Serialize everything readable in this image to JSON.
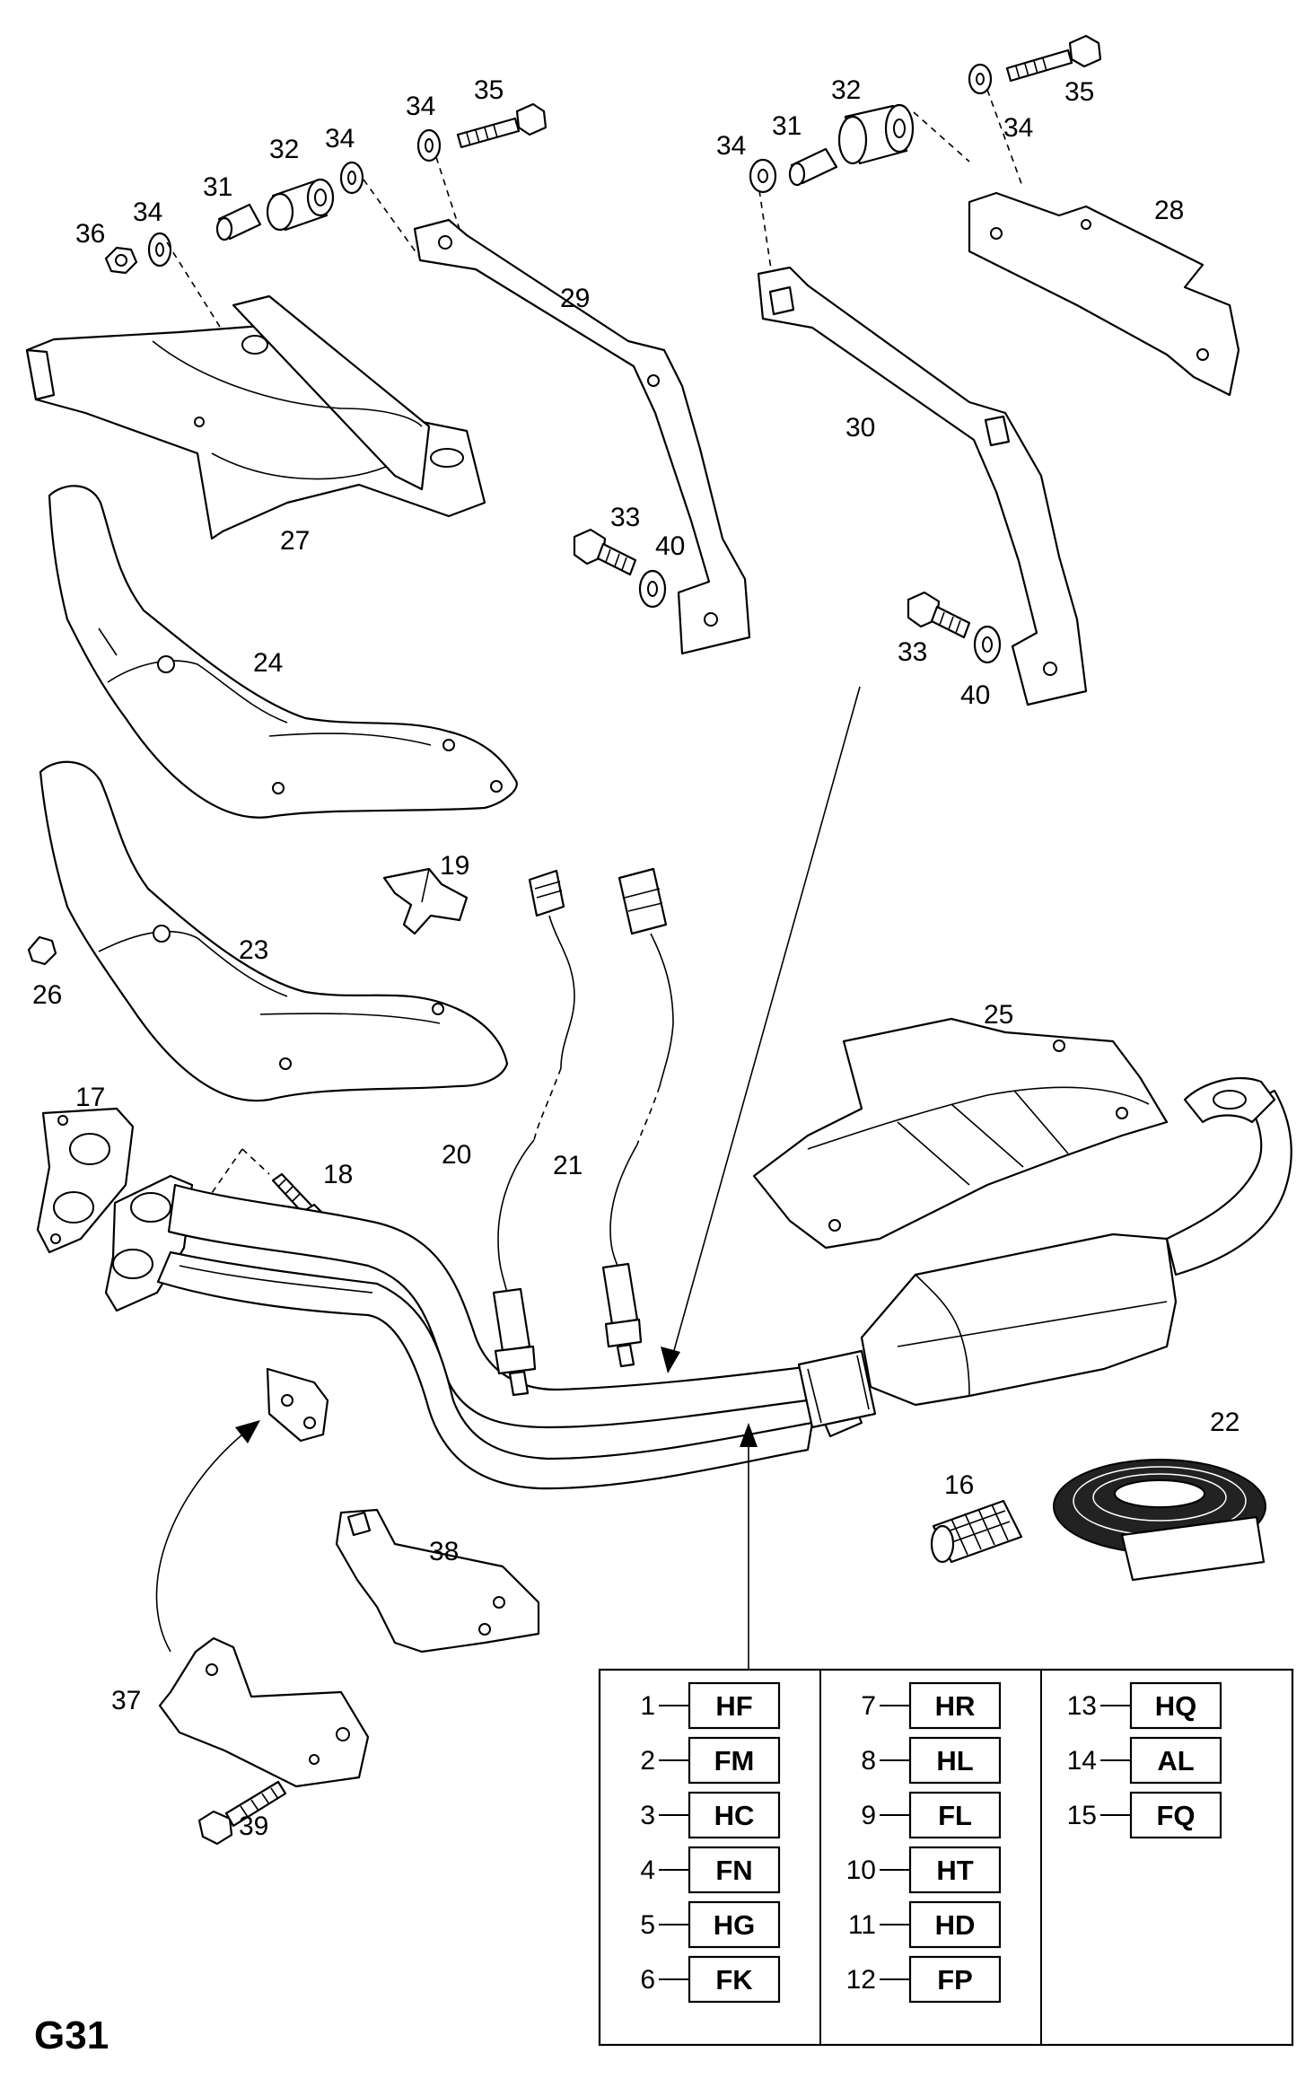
{
  "page": {
    "reference": "G31"
  },
  "callouts": [
    "36",
    "34",
    "31",
    "32",
    "34",
    "34",
    "35",
    "29",
    "27",
    "24",
    "33",
    "40",
    "34",
    "31",
    "32",
    "35",
    "34",
    "28",
    "30",
    "33",
    "40",
    "19",
    "23",
    "26",
    "25",
    "20",
    "21",
    "17",
    "18",
    "22",
    "16",
    "38",
    "37",
    "39"
  ],
  "code_table": {
    "columns": [
      [
        {
          "num": "1",
          "code": "HF"
        },
        {
          "num": "2",
          "code": "FM"
        },
        {
          "num": "3",
          "code": "HC"
        },
        {
          "num": "4",
          "code": "FN"
        },
        {
          "num": "5",
          "code": "HG"
        },
        {
          "num": "6",
          "code": "FK"
        }
      ],
      [
        {
          "num": "7",
          "code": "HR"
        },
        {
          "num": "8",
          "code": "HL"
        },
        {
          "num": "9",
          "code": "FL"
        },
        {
          "num": "10",
          "code": "HT"
        },
        {
          "num": "11",
          "code": "HD"
        },
        {
          "num": "12",
          "code": "FP"
        }
      ],
      [
        {
          "num": "13",
          "code": "HQ"
        },
        {
          "num": "14",
          "code": "AL"
        },
        {
          "num": "15",
          "code": "FQ"
        }
      ]
    ]
  },
  "icons": [
    "bolt-icon",
    "nut-icon",
    "washer-icon",
    "sleeve-icon",
    "rubber-mount-icon",
    "bracket-icon",
    "heat-shield-icon",
    "oxygen-sensor-icon",
    "clamp-icon",
    "gasket-icon",
    "exhaust-pipe-icon",
    "catalytic-converter-icon",
    "sealing-tape-icon",
    "connector-sleeve-icon"
  ]
}
